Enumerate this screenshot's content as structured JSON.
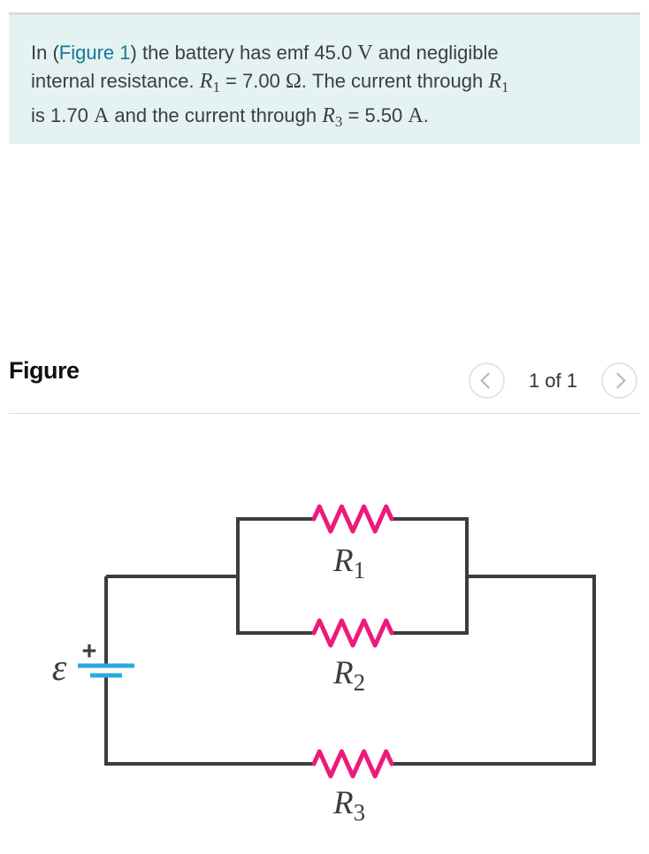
{
  "colors": {
    "problem_box_bg": "#e4f3f2",
    "problem_box_top_border": "#d8dcdc",
    "link_teal": "#17789a",
    "body_text": "#3d3d3d",
    "wire": "#3c3c3c",
    "resistor_magenta": "#ed1a7b",
    "battery_cyan": "#29abe2",
    "pager_chevron_gray": "#b5b5b5"
  },
  "problem": {
    "lines": [
      {
        "segments": [
          {
            "text": "In ("
          },
          {
            "text": "Figure 1"
          },
          {
            "text": ") the battery has emf 45.0 "
          },
          {
            "text": "V"
          },
          {
            "text": " and negligible"
          }
        ]
      },
      {
        "segments": [
          {
            "text": "internal resistance. "
          },
          {
            "text": "R"
          },
          {
            "text": "1"
          },
          {
            "text": " = 7.00 "
          },
          {
            "text": "Ω"
          },
          {
            "text": ". The current through "
          },
          {
            "text": "R"
          },
          {
            "text": "1"
          }
        ]
      },
      {
        "segments": [
          {
            "text": "is 1.70 "
          },
          {
            "text": "A"
          },
          {
            "text": " and the current through "
          },
          {
            "text": "R"
          },
          {
            "text": "3"
          },
          {
            "text": " = 5.50 "
          },
          {
            "text": "A"
          },
          {
            "text": "."
          }
        ]
      }
    ]
  },
  "figure": {
    "title": "Figure",
    "page_label": "1 of 1",
    "prev_icon": "chevron-left",
    "next_icon": "chevron-right"
  },
  "circuit": {
    "emf_label": "ε",
    "plus_label": "+",
    "r1": {
      "base": "R",
      "sub": "1"
    },
    "r2": {
      "base": "R",
      "sub": "2"
    },
    "r3": {
      "base": "R",
      "sub": "3"
    }
  }
}
